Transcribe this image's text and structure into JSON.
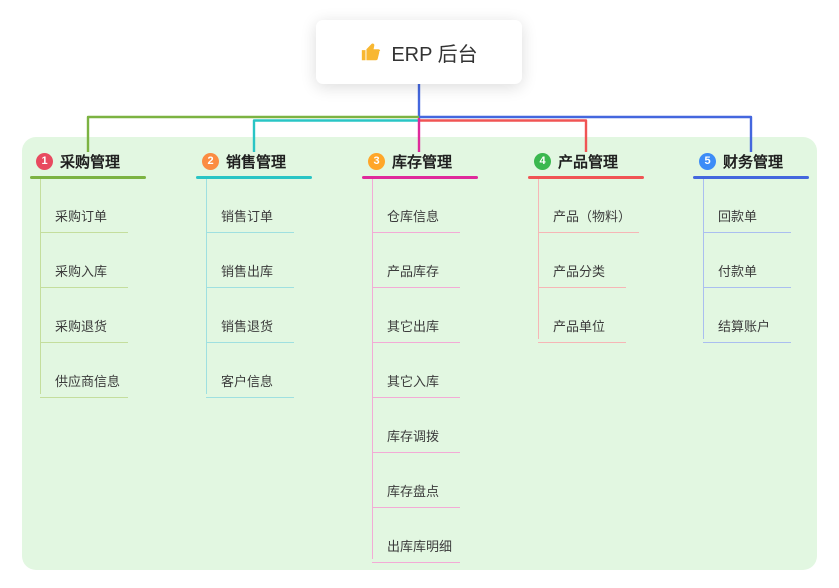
{
  "root": {
    "title": "ERP 后台",
    "icon": "thumbs-up",
    "connector_color": "#4467de"
  },
  "canvas": {
    "background": "#ffffff",
    "panel_color": "#e2f7e1"
  },
  "branches": [
    {
      "number": "1",
      "label": "采购管理",
      "badge_color": "#e84a5f",
      "color": "#7cb342",
      "light_color": "#c4de9d",
      "children": [
        "采购订单",
        "采购入库",
        "采购退货",
        "供应商信息"
      ]
    },
    {
      "number": "2",
      "label": "销售管理",
      "badge_color": "#fb8c42",
      "color": "#29c5c5",
      "light_color": "#9fe0e0",
      "children": [
        "销售订单",
        "销售出库",
        "销售退货",
        "客户信息"
      ]
    },
    {
      "number": "3",
      "label": "库存管理",
      "badge_color": "#ffa629",
      "color": "#df2a9b",
      "light_color": "#f3abd6",
      "children": [
        "仓库信息",
        "产品库存",
        "其它出库",
        "其它入库",
        "库存调拨",
        "库存盘点",
        "出库库明细"
      ]
    },
    {
      "number": "4",
      "label": "产品管理",
      "badge_color": "#3bb84f",
      "color": "#f05454",
      "light_color": "#f6b6b6",
      "children": [
        "产品（物料）",
        "产品分类",
        "产品单位"
      ]
    },
    {
      "number": "5",
      "label": "财务管理",
      "badge_color": "#3d8cf7",
      "color": "#4467de",
      "light_color": "#aabef0",
      "children": [
        "回款单",
        "付款单",
        "结算账户"
      ]
    }
  ]
}
